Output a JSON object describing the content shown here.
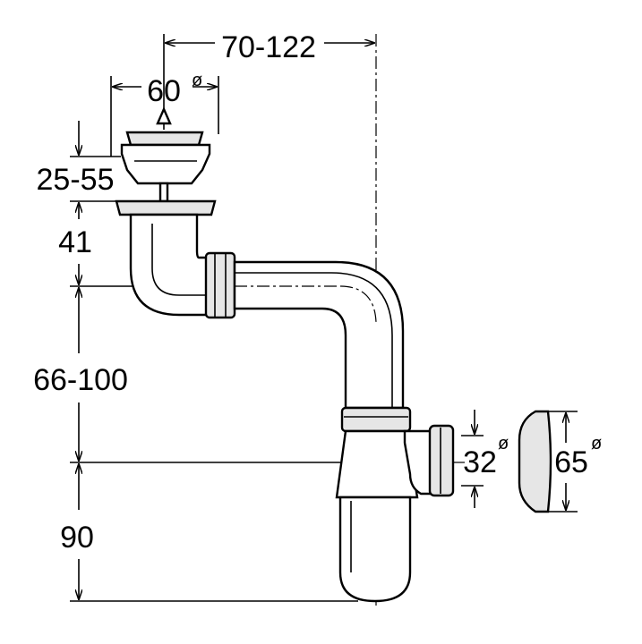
{
  "drawing": {
    "title": "Bottle trap with strainer waste – dimensions",
    "dimensions": {
      "horizontal_offset": "70-122",
      "strainer_diameter": "60",
      "strainer_height": "25-55",
      "flange_to_outlet_axis": "41",
      "outlet_to_trap_axis": "66-100",
      "trap_axis_to_bottom": "90",
      "outlet_diameter": "32",
      "escutcheon_diameter": "65"
    },
    "diameter_symbol": "ø",
    "colors": {
      "line": "#000000",
      "background": "#ffffff",
      "shade": "#e6e6e6"
    }
  }
}
